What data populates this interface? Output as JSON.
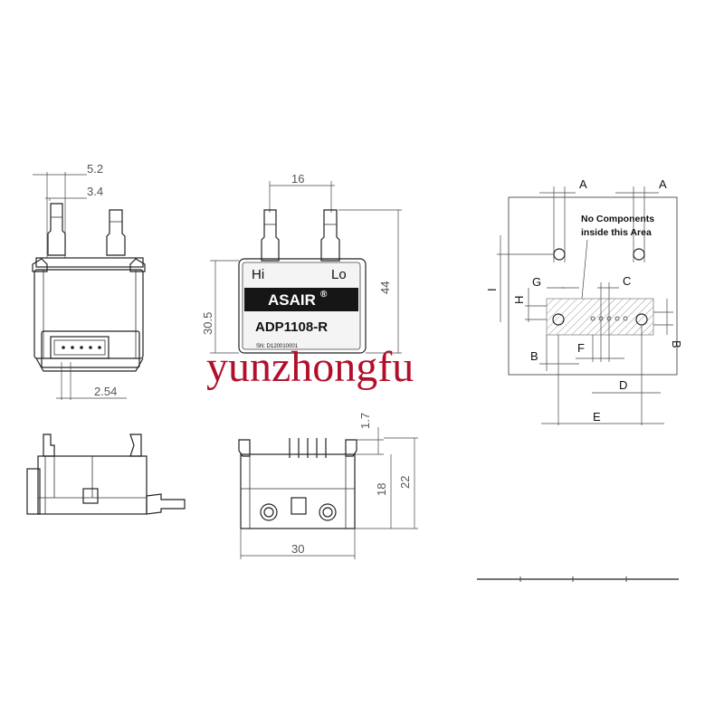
{
  "watermark": {
    "text": "yunzhongfu",
    "color": "#b2102a"
  },
  "front_view": {
    "label_hi": "Hi",
    "label_lo": "Lo",
    "brand": "ASAIR",
    "brand_mark": "®",
    "model": "ADP1108-R",
    "serial": "SN: D120010001",
    "dim_width": "16",
    "dim_height": "44",
    "dim_body": "30.5"
  },
  "side_view": {
    "dim_outer": "5.2",
    "dim_inner": "3.4",
    "dim_pitch": "2.54"
  },
  "bottom_view": {
    "dim_width": "30",
    "dim_pin": "1.7",
    "dim_body": "18",
    "dim_total": "22"
  },
  "footprint": {
    "letters": {
      "a1": "A",
      "a2": "A",
      "b1": "B",
      "b2": "B",
      "c": "C",
      "d": "D",
      "e": "E",
      "f": "F",
      "g": "G",
      "h": "H",
      "i": "I"
    },
    "note_line1": "No Components",
    "note_line2": "inside this Area"
  }
}
